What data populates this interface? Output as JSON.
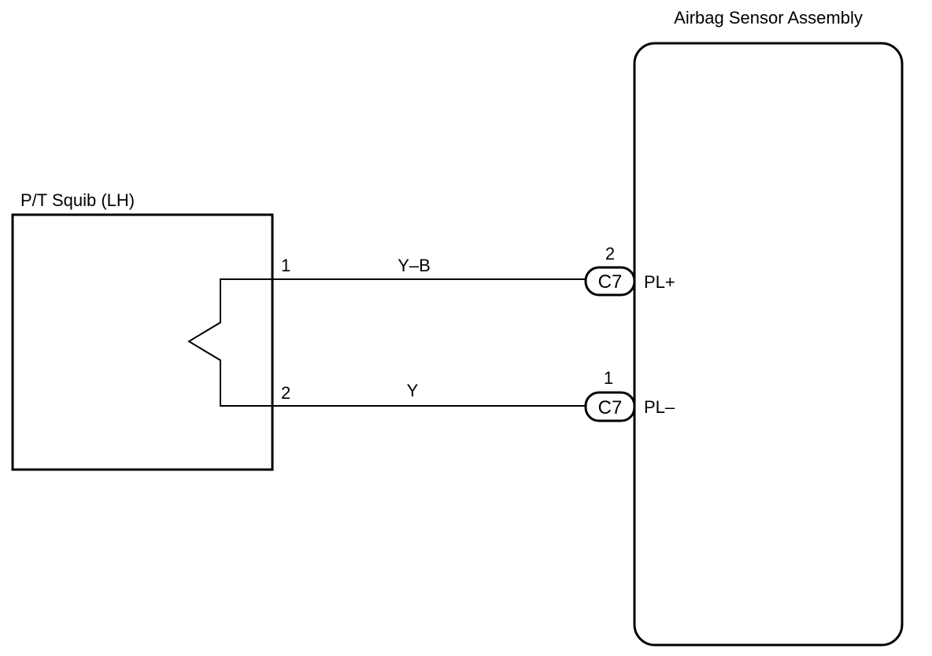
{
  "components": {
    "squib": {
      "label": "P/T Squib (LH)"
    },
    "sensor": {
      "label": "Airbag Sensor Assembly"
    }
  },
  "wires": [
    {
      "color_code": "Y–B",
      "squib_pin": "1",
      "connector_pin": "2",
      "connector": "C7",
      "sensor_terminal": "PL+"
    },
    {
      "color_code": "Y",
      "squib_pin": "2",
      "connector_pin": "1",
      "connector": "C7",
      "sensor_terminal": "PL–"
    }
  ],
  "colors": {
    "line": "#000000",
    "background": "#ffffff"
  }
}
